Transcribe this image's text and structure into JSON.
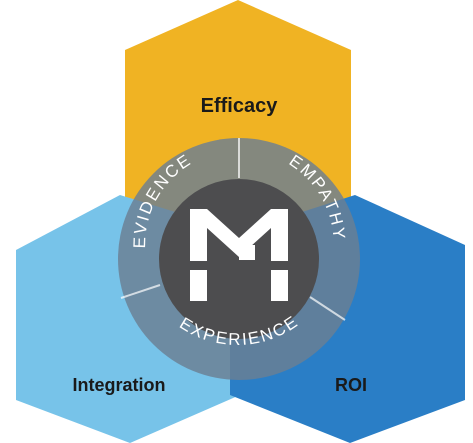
{
  "segments": {
    "efficacy": {
      "label": "Efficacy",
      "color": "#F0B323"
    },
    "integration": {
      "label": "Integration",
      "color": "#77C3E9"
    },
    "roi": {
      "label": "ROI",
      "color": "#2A7EC6"
    }
  },
  "ring": {
    "evidence": "EVIDENCE",
    "empathy": "EMPATHY",
    "experience": "EXPERIENCE",
    "color": "#6B7F93"
  },
  "logo": {
    "glyph": "M",
    "background": "#4D4D4F",
    "foreground": "#ffffff"
  }
}
